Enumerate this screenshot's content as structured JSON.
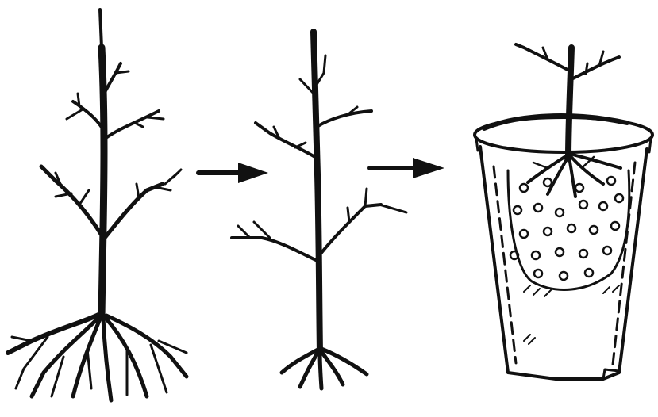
{
  "diagram": {
    "panels": [
      {
        "id": "tree-with-full-roots",
        "icon": "bare-root-tree-icon"
      },
      {
        "id": "tree-with-pruned-roots",
        "icon": "pruned-root-tree-icon"
      },
      {
        "id": "tree-planted-in-pot",
        "icon": "potted-tree-icon"
      }
    ],
    "connectors": [
      {
        "from": "tree-with-full-roots",
        "to": "tree-with-pruned-roots",
        "icon": "right-arrow-icon"
      },
      {
        "from": "tree-with-pruned-roots",
        "to": "tree-planted-in-pot",
        "icon": "right-arrow-icon"
      }
    ],
    "colors": {
      "ink": "#111111",
      "background": "#ffffff"
    }
  }
}
